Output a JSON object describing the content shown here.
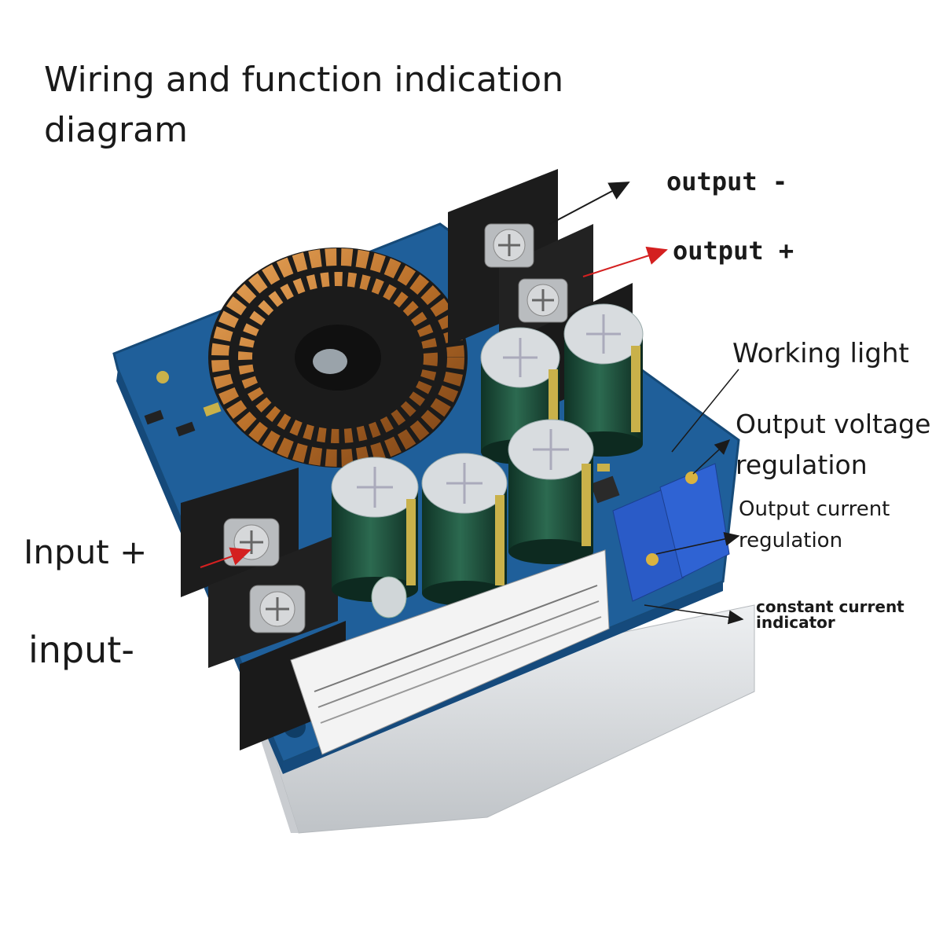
{
  "title": "Wiring and function indication diagram",
  "labels": {
    "output_minus": "output -",
    "output_plus": "output +",
    "working_light": "Working light",
    "output_voltage_regulation_line1": "Output voltage",
    "output_voltage_regulation_line2": "regulation",
    "output_current_regulation_line1": "Output current",
    "output_current_regulation_line2": "regulation",
    "constant_current_indicator_line1": "constant current",
    "constant_current_indicator_line2": "indicator",
    "input_plus": "Input +",
    "input_minus": "input-"
  },
  "colors": {
    "pcb": "#1f5f9a",
    "copper": "#c98438",
    "capacitor": "#1d4a3a",
    "terminal": "#1c1c1c",
    "potentiometer": "#2a5bc7",
    "heatsink": "#d6d9dc",
    "arrow_red": "#d42020"
  }
}
